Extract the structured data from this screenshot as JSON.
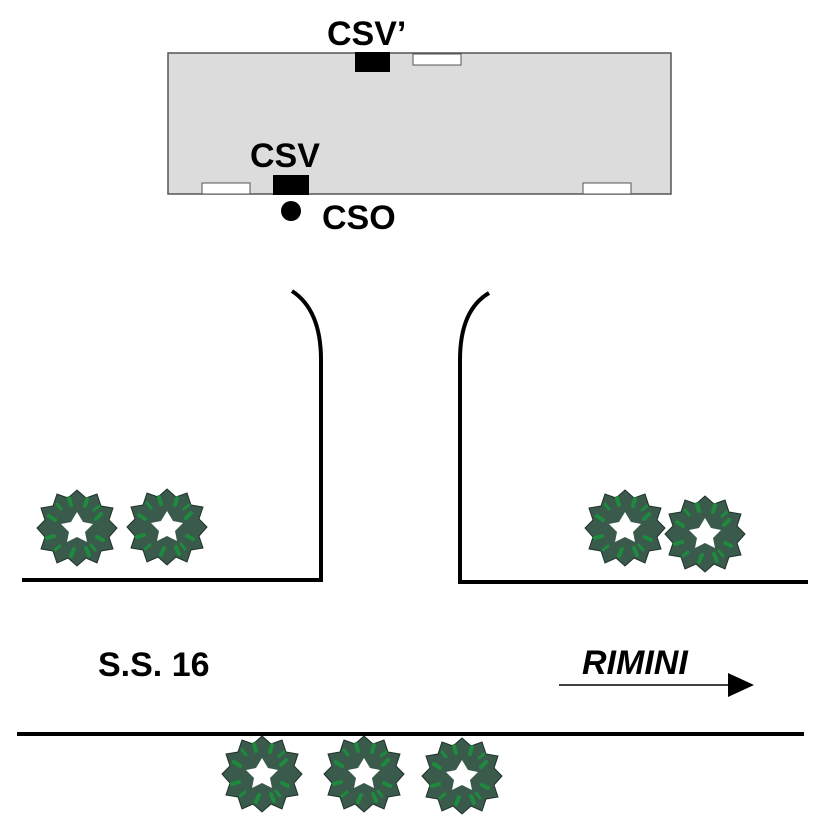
{
  "labels": {
    "csv_top": "CSV’",
    "csv_bottom": "CSV",
    "cso": "CSO",
    "road": "S.S. 16",
    "direction": "RIMINI"
  },
  "colors": {
    "building_fill": "#dcdcdc",
    "building_stroke": "#555555",
    "sensor_fill": "#000000",
    "bush_dark": "#3a5a4c",
    "bush_accent": "#1e8a3e"
  },
  "icons": {
    "bush": "bush-icon",
    "arrow": "arrow-right-icon",
    "cso_marker": "circle-marker-icon"
  }
}
